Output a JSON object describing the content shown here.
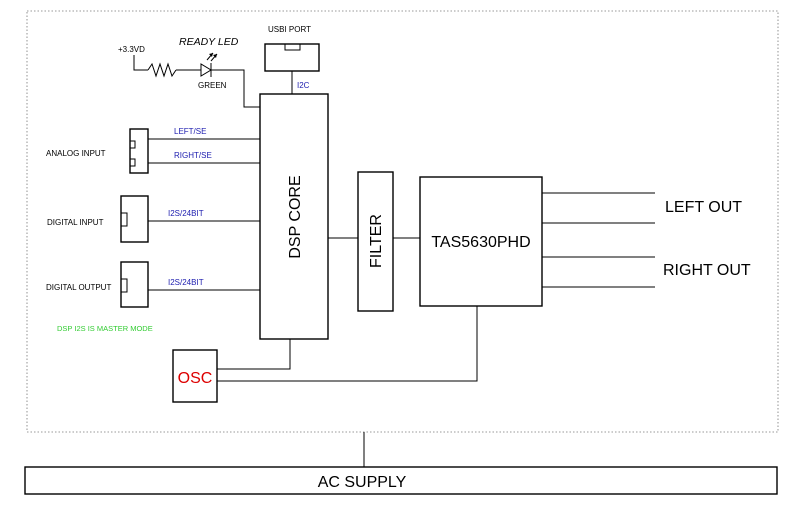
{
  "blocks": {
    "dsp_core": "DSP CORE",
    "filter": "FILTER",
    "amplifier": "TAS5630PHD",
    "osc": "OSC",
    "usbi_port": "USBI PORT",
    "ac_supply": "AC SUPPLY"
  },
  "labels": {
    "power_rail": "+3.3VD",
    "ready_led": "READY LED",
    "led_color": "GREEN",
    "i2c": "I2C",
    "analog_input": "ANALOG INPUT",
    "digital_input": "DIGITAL INPUT",
    "digital_output": "DIGITAL OUTPUT",
    "left_se": "LEFT/SE",
    "right_se": "RIGHT/SE",
    "i2s_in": "I2S/24BIT",
    "i2s_out": "I2S/24BIT",
    "master_mode_note": "DSP I2S IS MASTER MODE",
    "left_out": "LEFT OUT",
    "right_out": "RIGHT OUT"
  },
  "colors": {
    "signal_label": "#2020b0",
    "note": "#33cc33",
    "osc_text": "#dd0000"
  }
}
